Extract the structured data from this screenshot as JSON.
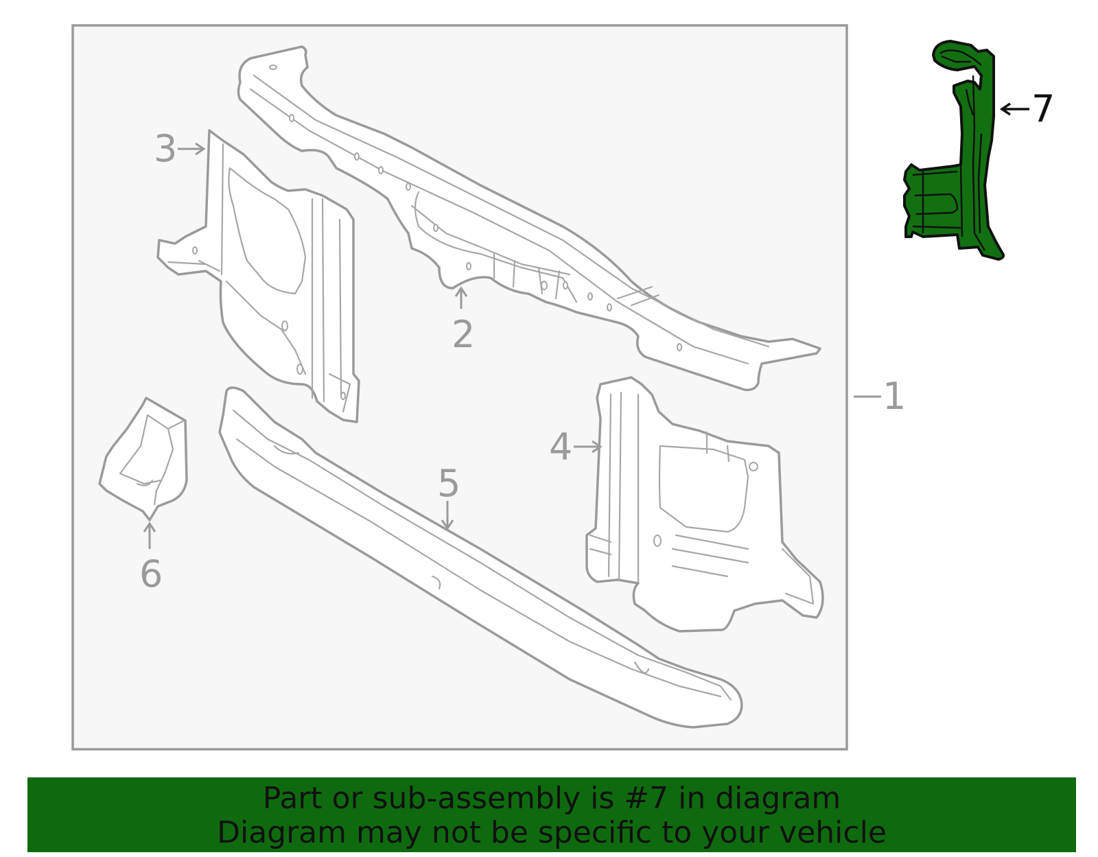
{
  "diagram": {
    "callouts": {
      "c1": "1",
      "c2": "2",
      "c3": "3",
      "c4": "4",
      "c5": "5",
      "c6": "6",
      "c7": "7"
    },
    "highlighted_part": "7",
    "colors": {
      "highlight_fill": "#127012",
      "banner_background": "#0f6a0f",
      "line_gray": "#9a9a9a",
      "panel_background": "#f7f7f7"
    }
  },
  "banner": {
    "line1": "Part or sub-assembly is #7 in diagram",
    "line2": "Diagram may not be specific to your vehicle"
  }
}
